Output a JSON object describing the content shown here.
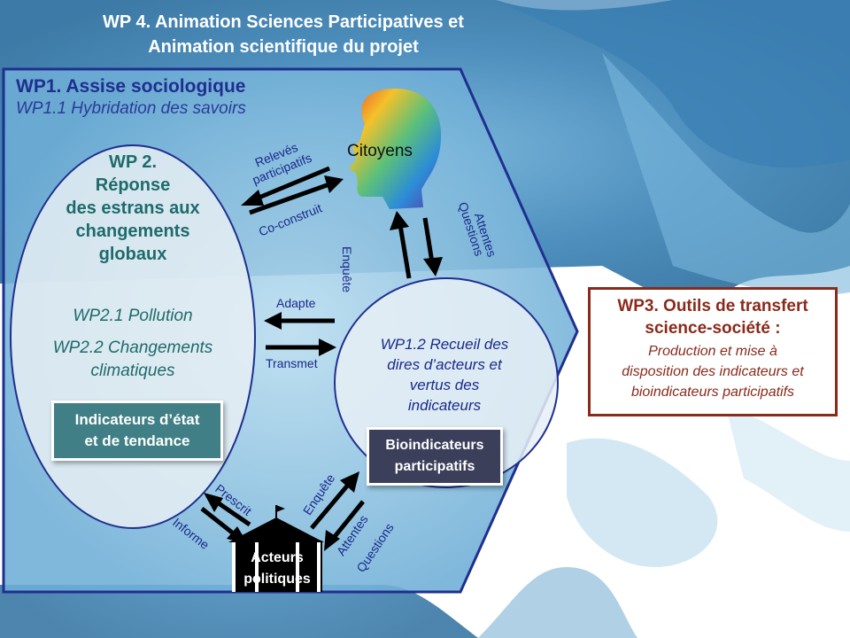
{
  "header": {
    "line1": "WP 4. Animation Sciences Participatives et",
    "line2": "Animation scientifique du projet"
  },
  "wp1": {
    "title": "WP1. Assise sociologique",
    "subtitle": "WP1.1 Hybridation des savoirs"
  },
  "wp2": {
    "lines": [
      "WP 2.",
      "Réponse",
      "des estrans aux",
      "changements",
      "globaux"
    ],
    "pollution": "WP2.1 Pollution",
    "climat_line1": "WP2.2 Changements",
    "climat_line2": "climatiques",
    "box_line1": "Indicateurs d’état",
    "box_line2": "et de tendance"
  },
  "wp12": {
    "lines": [
      "WP1.2 Recueil des",
      "dires d’acteurs et",
      "vertus des",
      "indicateurs"
    ],
    "box_line1": "Bioindicateurs",
    "box_line2": "participatifs"
  },
  "wp3": {
    "title_line1": "WP3.  Outils de transfert",
    "title_line2": "science-société :",
    "desc_line1": "Production et mise à",
    "desc_line2": "disposition des indicateurs et",
    "desc_line3": "bioindicateurs participatifs"
  },
  "citoyens": "Citoyens",
  "acteurs": {
    "line1": "Acteurs",
    "line2": "politiques"
  },
  "arrow_labels": {
    "releves1": "Relevés",
    "releves2": "participatifs",
    "coconstruit": "Co-construit",
    "enquete": "Enquête",
    "attentes": "Attentes",
    "questions": "Questions",
    "adapte": "Adapte",
    "transmet": "Transmet",
    "prescrit": "Prescrit",
    "informe": "Informe",
    "enquete2": "Enquête",
    "attentes2": "Attentes",
    "questions2": "Questions"
  },
  "colors": {
    "watercolor_blue": "#4a90bf",
    "frame": "#1f2f8f",
    "wp2_text": "#1e6b6b",
    "wp3_border": "#8a2a1a",
    "indic_box": "#3f7f85",
    "bio_box": "#3c3f5a"
  }
}
